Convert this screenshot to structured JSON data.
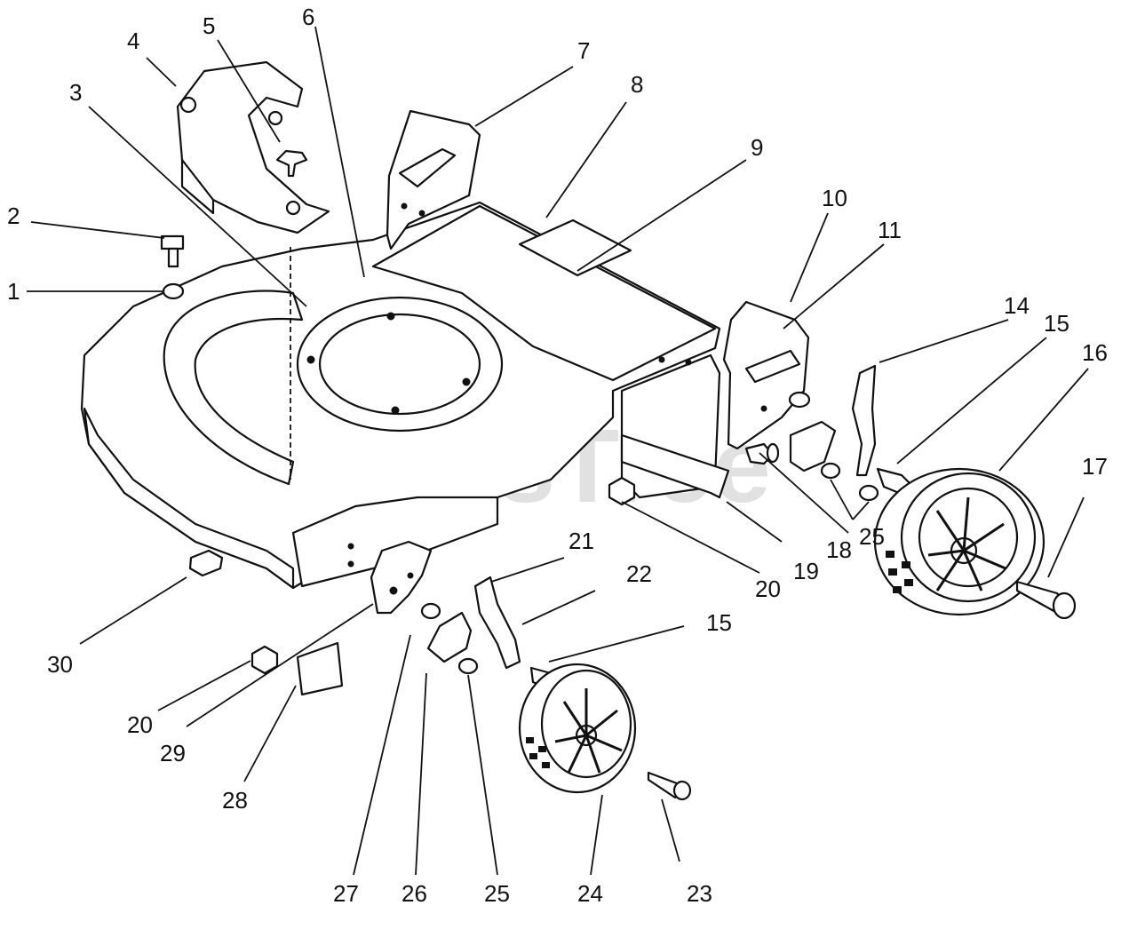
{
  "watermark": "PartsTree",
  "callouts": [
    {
      "id": "c1",
      "text": "1"
    },
    {
      "id": "c2",
      "text": "2"
    },
    {
      "id": "c3",
      "text": "3"
    },
    {
      "id": "c4",
      "text": "4"
    },
    {
      "id": "c5",
      "text": "5"
    },
    {
      "id": "c6",
      "text": "6"
    },
    {
      "id": "c7",
      "text": "7"
    },
    {
      "id": "c8",
      "text": "8"
    },
    {
      "id": "c9",
      "text": "9"
    },
    {
      "id": "c10",
      "text": "10"
    },
    {
      "id": "c11",
      "text": "11"
    },
    {
      "id": "c14",
      "text": "14"
    },
    {
      "id": "c15a",
      "text": "15"
    },
    {
      "id": "c16",
      "text": "16"
    },
    {
      "id": "c17",
      "text": "17"
    },
    {
      "id": "c18",
      "text": "18"
    },
    {
      "id": "c19",
      "text": "19"
    },
    {
      "id": "c20a",
      "text": "20"
    },
    {
      "id": "c25a",
      "text": "25"
    },
    {
      "id": "c21",
      "text": "21"
    },
    {
      "id": "c22",
      "text": "22"
    },
    {
      "id": "c15b",
      "text": "15"
    },
    {
      "id": "c30",
      "text": "30"
    },
    {
      "id": "c20b",
      "text": "20"
    },
    {
      "id": "c29",
      "text": "29"
    },
    {
      "id": "c28",
      "text": "28"
    },
    {
      "id": "c27",
      "text": "27"
    },
    {
      "id": "c26",
      "text": "26"
    },
    {
      "id": "c25b",
      "text": "25"
    },
    {
      "id": "c24",
      "text": "24"
    },
    {
      "id": "c23",
      "text": "23"
    }
  ]
}
